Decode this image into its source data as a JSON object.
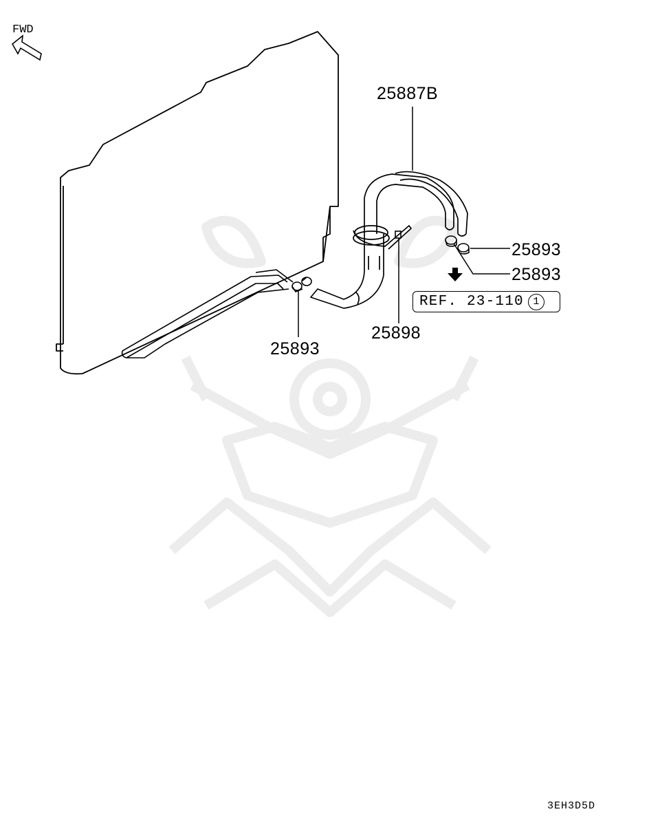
{
  "orientation": {
    "label": "FWD",
    "icon": "forward-arrow-icon"
  },
  "parts": {
    "hose_assembly": "25887B",
    "clamp_left": "25893",
    "clamp_right_upper": "25893",
    "clamp_right_lower": "25893",
    "band": "25898"
  },
  "reference": {
    "text": "REF. 23-110",
    "circled_number": "1"
  },
  "diagram_code": "3EH3D5D",
  "icons": {
    "direction": "down-arrow-icon",
    "watermark": "samurai-helmet-watermark"
  },
  "colors": {
    "line": "#000000",
    "background": "#ffffff",
    "watermark": "#ececec"
  }
}
